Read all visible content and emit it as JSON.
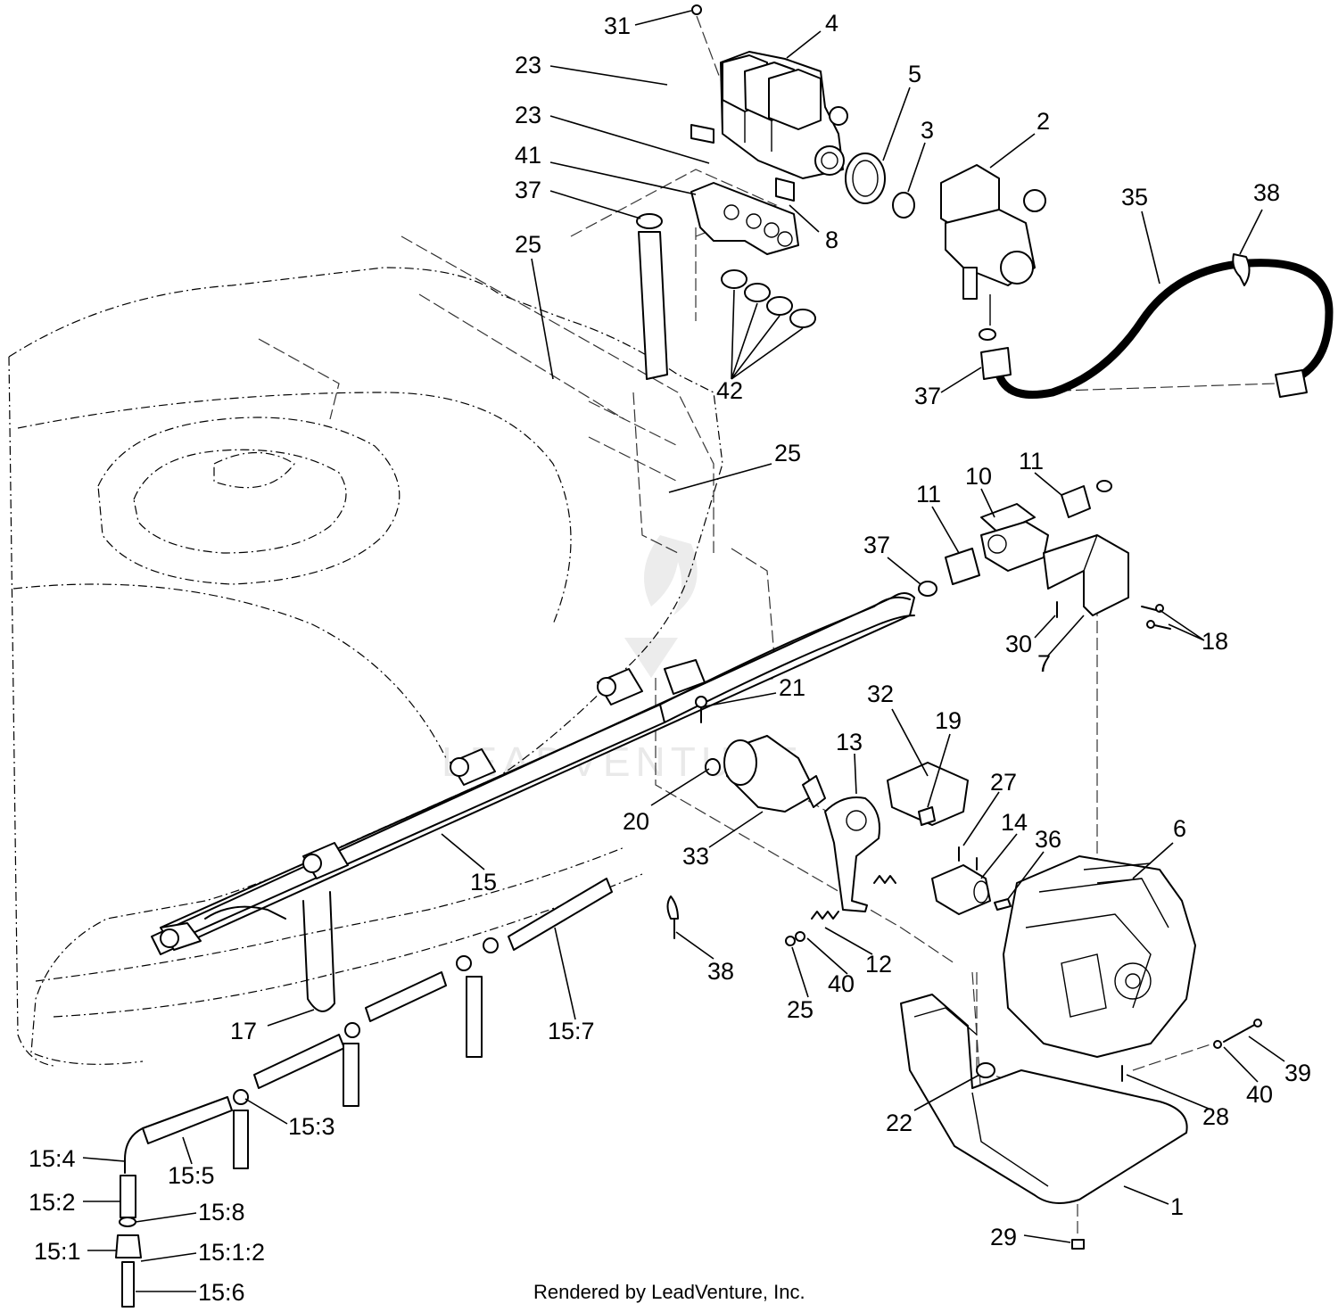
{
  "credit": "Rendered by LeadVenture, Inc.",
  "watermark": "LEADVENTURE",
  "callouts": [
    {
      "id": "c31",
      "text": "31"
    },
    {
      "id": "c4",
      "text": "4"
    },
    {
      "id": "c23a",
      "text": "23"
    },
    {
      "id": "c5",
      "text": "5"
    },
    {
      "id": "c23b",
      "text": "23"
    },
    {
      "id": "c3",
      "text": "3"
    },
    {
      "id": "c2",
      "text": "2"
    },
    {
      "id": "c41",
      "text": "41"
    },
    {
      "id": "c37a",
      "text": "37"
    },
    {
      "id": "c8",
      "text": "8"
    },
    {
      "id": "c35",
      "text": "35"
    },
    {
      "id": "c38a",
      "text": "38"
    },
    {
      "id": "c25a",
      "text": "25"
    },
    {
      "id": "c42",
      "text": "42"
    },
    {
      "id": "c37b",
      "text": "37"
    },
    {
      "id": "c25b",
      "text": "25"
    },
    {
      "id": "c11a",
      "text": "11"
    },
    {
      "id": "c10",
      "text": "10"
    },
    {
      "id": "c11b",
      "text": "11"
    },
    {
      "id": "c37c",
      "text": "37"
    },
    {
      "id": "c30",
      "text": "30"
    },
    {
      "id": "c7",
      "text": "7"
    },
    {
      "id": "c18",
      "text": "18"
    },
    {
      "id": "c21",
      "text": "21"
    },
    {
      "id": "c32",
      "text": "32"
    },
    {
      "id": "c19",
      "text": "19"
    },
    {
      "id": "c13",
      "text": "13"
    },
    {
      "id": "c27",
      "text": "27"
    },
    {
      "id": "c20",
      "text": "20"
    },
    {
      "id": "c14",
      "text": "14"
    },
    {
      "id": "c36",
      "text": "36"
    },
    {
      "id": "c6",
      "text": "6"
    },
    {
      "id": "c33",
      "text": "33"
    },
    {
      "id": "c15",
      "text": "15"
    },
    {
      "id": "c38b",
      "text": "38"
    },
    {
      "id": "c12",
      "text": "12"
    },
    {
      "id": "c40a",
      "text": "40"
    },
    {
      "id": "c25c",
      "text": "25"
    },
    {
      "id": "c17",
      "text": "17"
    },
    {
      "id": "c15_7",
      "text": "15:7"
    },
    {
      "id": "c39",
      "text": "39"
    },
    {
      "id": "c40b",
      "text": "40"
    },
    {
      "id": "c28",
      "text": "28"
    },
    {
      "id": "c22",
      "text": "22"
    },
    {
      "id": "c15_3",
      "text": "15:3"
    },
    {
      "id": "c15_4",
      "text": "15:4"
    },
    {
      "id": "c15_5",
      "text": "15:5"
    },
    {
      "id": "c1",
      "text": "1"
    },
    {
      "id": "c15_2",
      "text": "15:2"
    },
    {
      "id": "c15_8",
      "text": "15:8"
    },
    {
      "id": "c29",
      "text": "29"
    },
    {
      "id": "c15_1",
      "text": "15:1"
    },
    {
      "id": "c15_1_2",
      "text": "15:1:2"
    },
    {
      "id": "c15_6",
      "text": "15:6"
    }
  ]
}
